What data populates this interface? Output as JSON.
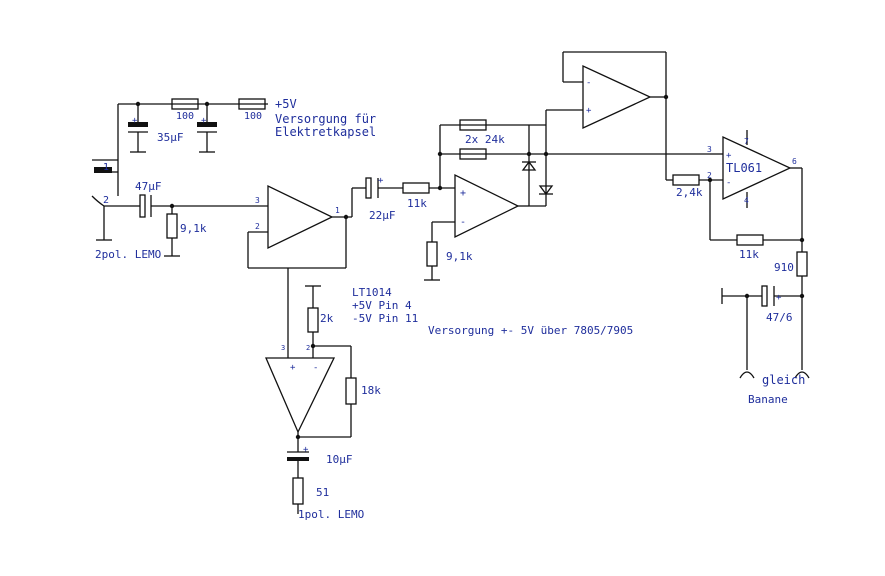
{
  "labels": {
    "supply_plus5": "+5V",
    "versorgung_line1": "Versorgung für",
    "versorgung_line2": "Elektretkapsel",
    "r100_a": "100",
    "r100_b": "100",
    "c35": "35µF",
    "c47": "47µF",
    "r91_in": "9,1k",
    "lemo2": "2pol. LEMO",
    "pin1_jack": "1",
    "pin2_jack": "2",
    "pin3_u1": "3",
    "pin2_u1": "2",
    "pin1_u1": "1",
    "c22": "22µF",
    "r11_a": "11k",
    "r24": "2x 24k",
    "r91_b": "9,1k",
    "ic_lt": "LT1014",
    "pin4": "+5V Pin 4",
    "pin11": "-5V Pin 11",
    "versorgung_pm": "Versorgung +- 5V über 7805/7905",
    "r2k": "2k",
    "r18k": "18k",
    "c10": "10µF",
    "r51": "51",
    "lemo1": "1pol. LEMO",
    "ic_tl": "TL061",
    "pin7": "7",
    "pin3_tl": "3",
    "pin2_tl": "2",
    "pin6_tl": "6",
    "pin4_tl": "4",
    "r24k_b": "2,4k",
    "r11_b": "11k",
    "r910": "910",
    "c47_6": "47/6",
    "gleich": "gleich",
    "banane": "Banane",
    "plus": "+",
    "minus": "-"
  }
}
